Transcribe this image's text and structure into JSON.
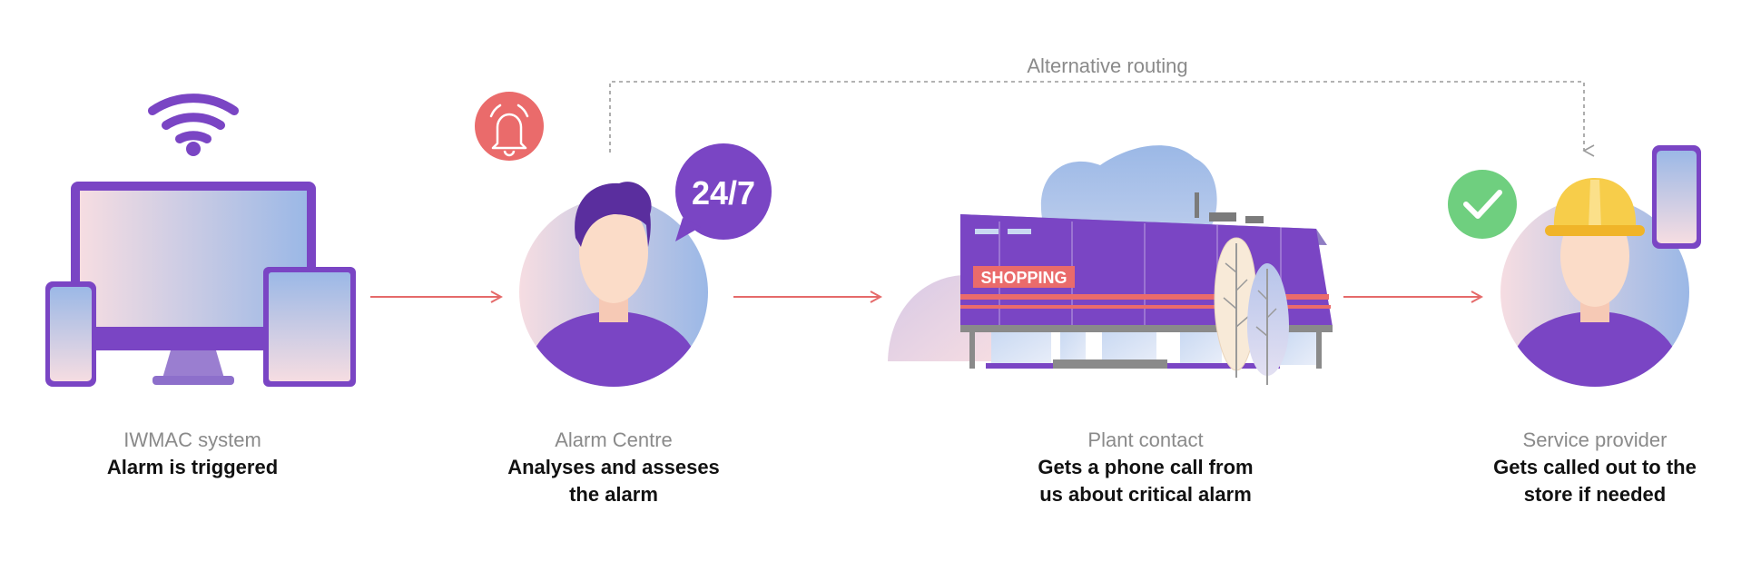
{
  "routing": {
    "label": "Alternative routing"
  },
  "badges": {
    "availability": "24/7",
    "store_sign": "SHOPPING"
  },
  "steps": [
    {
      "title": "IWMAC system",
      "line1": "Alarm is triggered",
      "line2": ""
    },
    {
      "title": "Alarm Centre",
      "line1": "Analyses and asseses",
      "line2": "the alarm"
    },
    {
      "title": "Plant contact",
      "line1": "Gets a phone call from",
      "line2": "us about critical alarm"
    },
    {
      "title": "Service provider",
      "line1": "Gets called out to the",
      "line2": "store if needed"
    }
  ],
  "icons": [
    "wifi-icon",
    "bell-alarm-icon",
    "check-icon"
  ],
  "colors": {
    "purple": "#7a45c4",
    "dark_purple": "#5a2e9e",
    "arrow_red": "#e56a6a",
    "bell_red": "#ea6b6b",
    "check_green": "#6fcf7f",
    "gradient_blue": "#9bb8e6",
    "gradient_pink": "#f6dde2"
  }
}
